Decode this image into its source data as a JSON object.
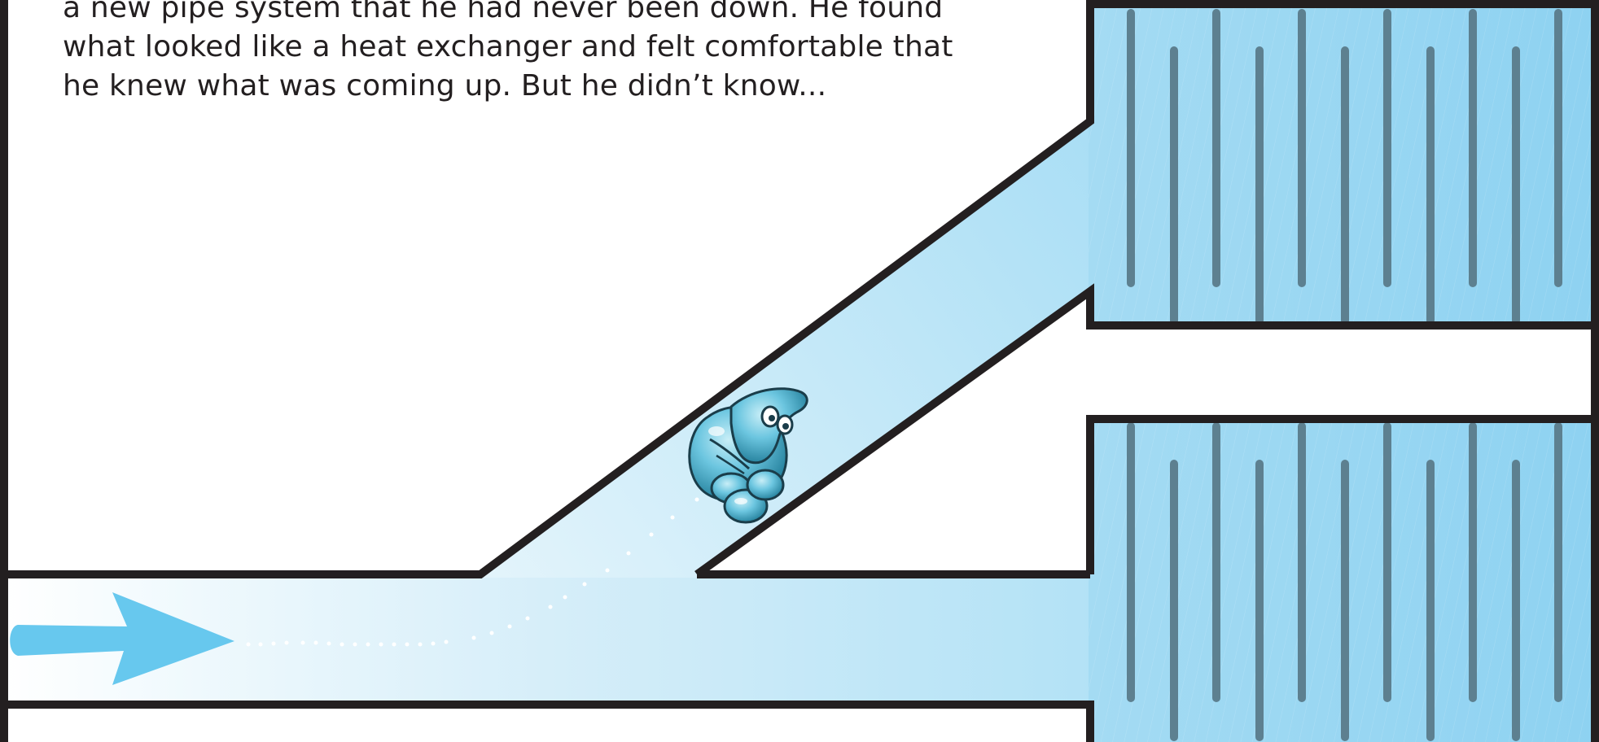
{
  "caption": {
    "lines": [
      "a new pipe system that he had never been down. He found",
      "what looked like a heat exchanger and felt comfortable that",
      "he knew what was coming up. But he didn’t know..."
    ]
  },
  "colors": {
    "outline": "#231f20",
    "pipe_light": "#e9f6fc",
    "pipe_blue": "#a6dcf4",
    "fin": "#5d8090",
    "arrow": "#67c8ee",
    "character_body": "#6cc6e0",
    "character_dark": "#1f7b97"
  },
  "icons": {
    "flow_arrow": "right-arrow-icon",
    "character": "water-droplet-character"
  }
}
